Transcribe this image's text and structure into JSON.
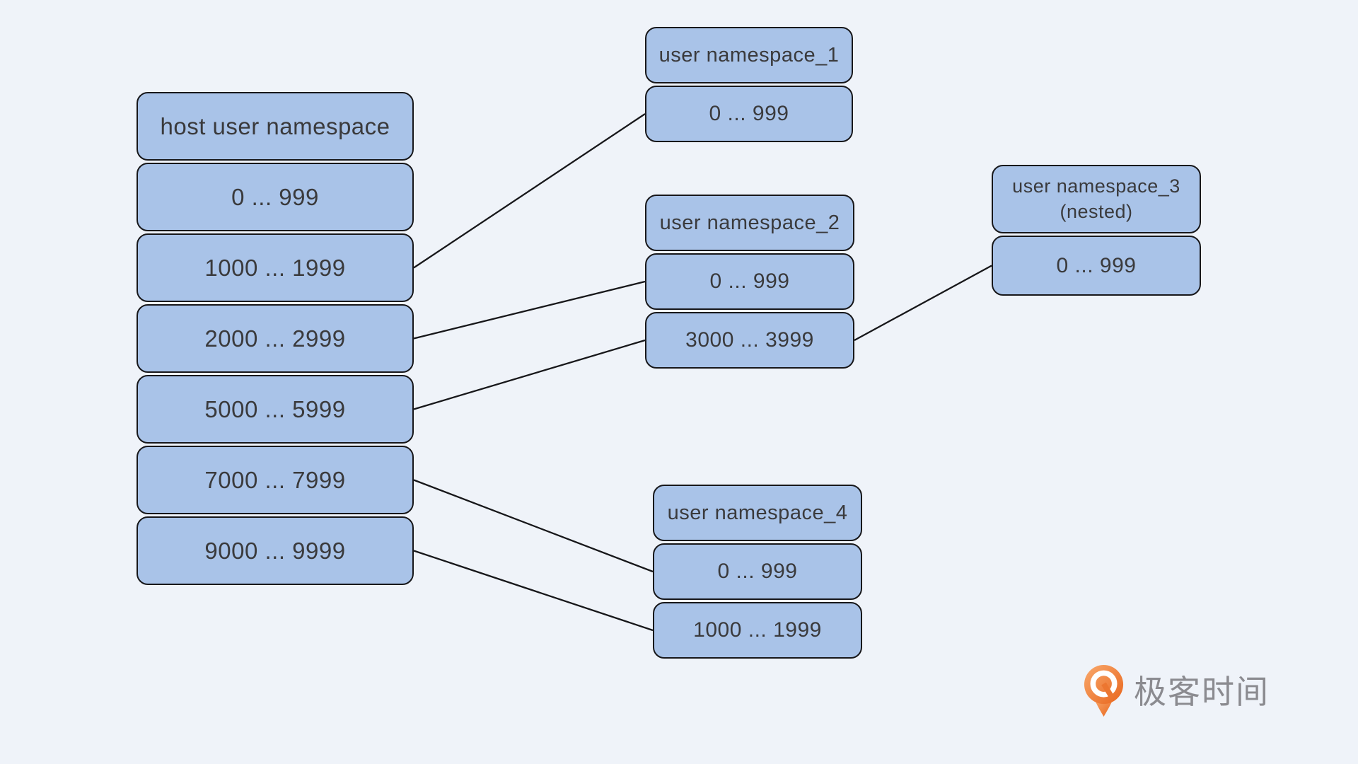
{
  "colors": {
    "background": "#eff3f9",
    "box_fill": "#a9c3e8",
    "box_border": "#17171a",
    "box_text": "#3a3a3c",
    "connector": "#17171a",
    "logo_text": "#8b8b90",
    "logo_orange_dark": "#e8651c",
    "logo_orange_light": "#f9a96d"
  },
  "diagram": {
    "host": {
      "title": "host user namespace",
      "ranges": [
        "0 ... 999",
        "1000 ... 1999",
        "2000 ... 2999",
        "5000 ... 5999",
        "7000 ... 7999",
        "9000 ... 9999"
      ]
    },
    "namespace_1": {
      "title": "user namespace_1",
      "ranges": [
        "0 ... 999"
      ]
    },
    "namespace_2": {
      "title": "user namespace_2",
      "ranges": [
        "0 ... 999",
        "3000 ... 3999"
      ]
    },
    "namespace_3": {
      "title": "user namespace_3",
      "subtitle": "(nested)",
      "ranges": [
        "0 ... 999"
      ]
    },
    "namespace_4": {
      "title": "user namespace_4",
      "ranges": [
        "0 ... 999",
        "1000 ... 1999"
      ]
    }
  },
  "connections": [
    {
      "from": "host.range_1000_1999",
      "to": "ns1.range_0_999"
    },
    {
      "from": "host.range_2000_2999",
      "to": "ns2.range_0_999"
    },
    {
      "from": "host.range_5000_5999",
      "to": "ns2.range_3000_3999"
    },
    {
      "from": "host.range_7000_7999",
      "to": "ns4.range_0_999"
    },
    {
      "from": "host.range_9000_9999",
      "to": "ns4.range_1000_1999"
    },
    {
      "from": "ns2.range_3000_3999",
      "to": "ns3.range_0_999"
    }
  ],
  "logo": {
    "text": "极客时间",
    "icon": "geektime-pin-icon"
  }
}
